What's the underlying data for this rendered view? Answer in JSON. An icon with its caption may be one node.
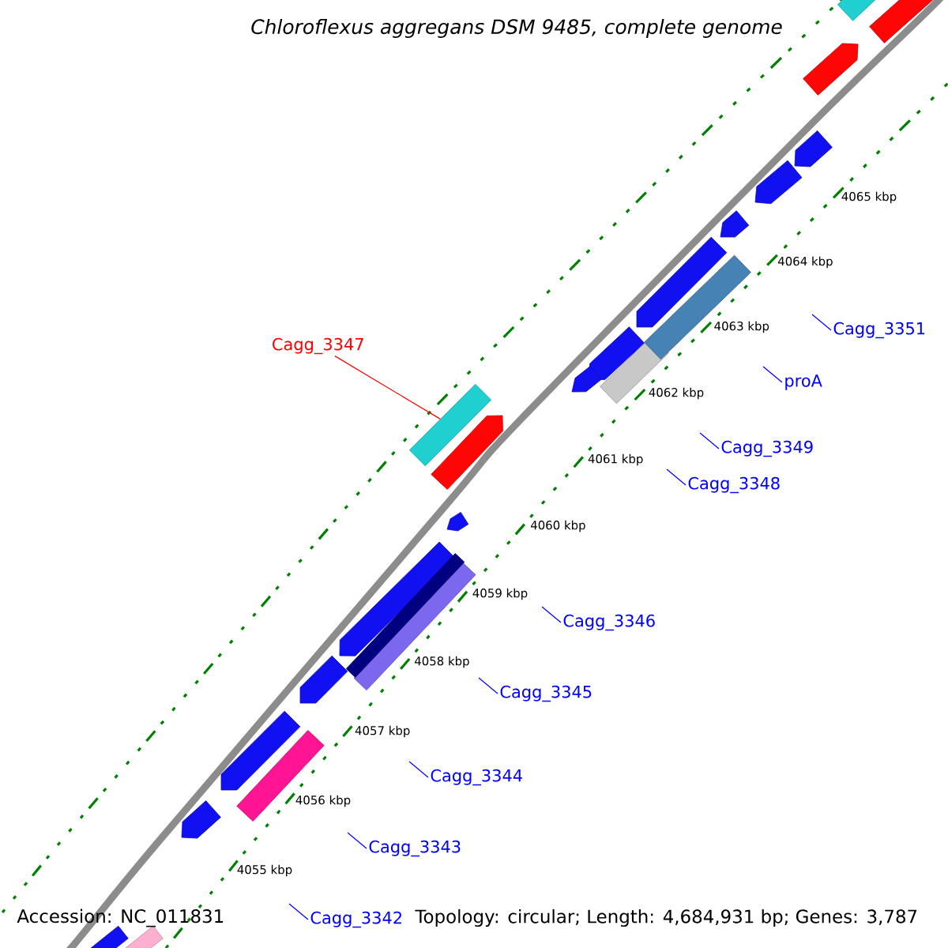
{
  "diagram": {
    "title": "Chloroflexus aggregans DSM 9485, complete genome",
    "nodes": [
      {
        "text": [
          "Cagg_3347"
        ]
      },
      {
        "text": [],
        "shape": "bar"
      },
      {
        "text": [
          "Cagg_3351"
        ]
      },
      {
        "text": [
          "proA"
        ]
      },
      {
        "text": [
          "Cagg_3349"
        ]
      },
      {
        "text": [
          "Cagg_3348"
        ]
      },
      {
        "text": [
          "Cagg_3346"
        ]
      },
      {
        "text": [
          "Cagg_3345"
        ]
      },
      {
        "text": [
          "Cagg_3344"
        ]
      },
      {
        "text": [
          "Cagg_3343"
        ]
      },
      {
        "text": [
          "Cagg_3342"
        ]
      }
    ],
    "edges": [
      {
        "from": 0,
        "to": 1,
        "arrow": "none",
        "color": "#ff0000"
      },
      {
        "from": 2,
        "to": null,
        "arrow": "none"
      },
      {
        "from": 3,
        "to": null,
        "arrow": "none"
      },
      {
        "from": 4,
        "to": null,
        "arrow": "none"
      },
      {
        "from": 5,
        "to": null,
        "arrow": "none"
      },
      {
        "from": 6,
        "to": null,
        "arrow": "none"
      },
      {
        "from": 7,
        "to": null,
        "arrow": "none"
      },
      {
        "from": 8,
        "to": null,
        "arrow": "none"
      },
      {
        "from": 9,
        "to": null,
        "arrow": "none"
      },
      {
        "from": 10,
        "to": null,
        "arrow": "none"
      }
    ],
    "labels": [
      "4065 kbp",
      "4064 kbp",
      "4063 kbp",
      "4062 kbp",
      "4061 kbp",
      "4060 kbp",
      "4059 kbp",
      "4058 kbp",
      "4057 kbp",
      "4056 kbp",
      "4055 kbp",
      "Accession: NC_011831",
      "Topology: circular; Length: 4,684,931 bp; Genes: 3,787"
    ]
  }
}
